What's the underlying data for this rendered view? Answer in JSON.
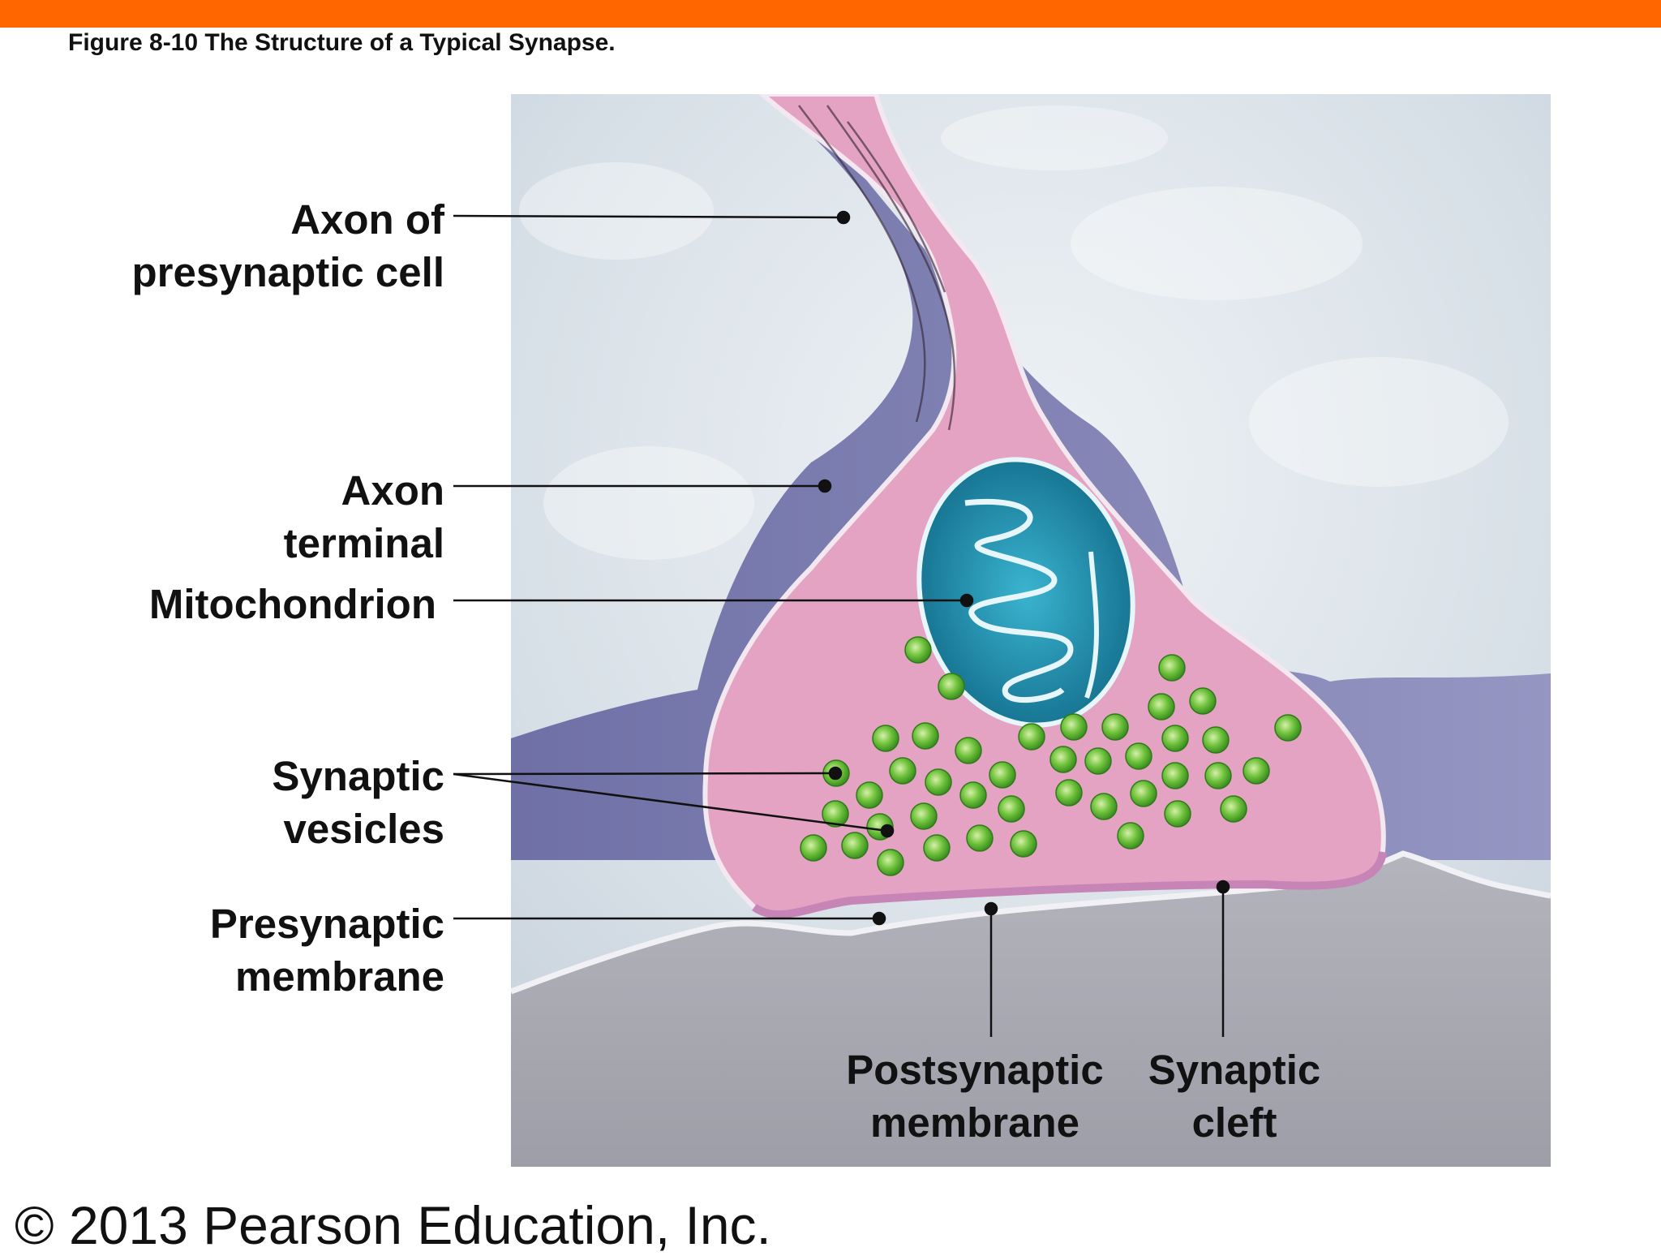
{
  "figure_title": "Figure 8-10  The Structure of a Typical Synapse.",
  "labels": {
    "axon": {
      "line1": "Axon of",
      "line2": "presynaptic cell"
    },
    "axon_terminal": {
      "line1": "Axon",
      "line2": "terminal"
    },
    "mitochondrion": {
      "line1": "Mitochondrion"
    },
    "synaptic_vesicles": {
      "line1": "Synaptic",
      "line2": "vesicles"
    },
    "presynaptic_membrane": {
      "line1": "Presynaptic",
      "line2": "membrane"
    },
    "postsynaptic_membrane": {
      "line1": "Postsynaptic",
      "line2": "membrane"
    },
    "synaptic_cleft": {
      "line1": "Synaptic",
      "line2": "cleft"
    }
  },
  "copyright": "© 2013 Pearson Education, Inc.",
  "colors": {
    "accent_bar": "#ff6600",
    "background_tissue": "#dbe3ea",
    "axon_cytoplasm": "#e4a0c0",
    "glial_sheath": "#7f7fb0",
    "postsynaptic_cell": "#a4a4ae",
    "mitochondrion": "#2c9ab8",
    "vesicle": "#6cc13c"
  }
}
